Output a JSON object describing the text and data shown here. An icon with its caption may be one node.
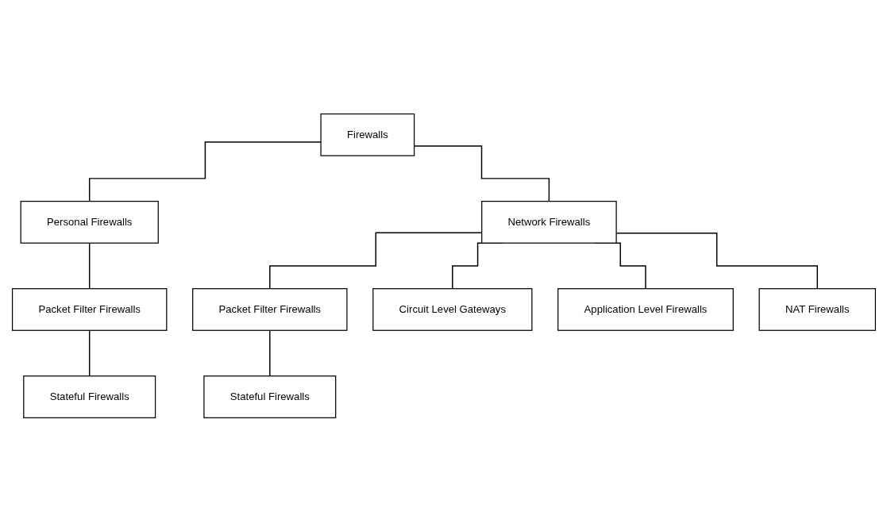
{
  "diagram": {
    "nodes": [
      {
        "text": [
          "Firewalls"
        ]
      },
      {
        "text": [
          "Personal Firewalls"
        ]
      },
      {
        "text": [
          "Network Firewalls"
        ]
      },
      {
        "text": [
          "Packet Filter Firewalls"
        ]
      },
      {
        "text": [
          "Stateful Firewalls"
        ]
      },
      {
        "text": [
          "Packet Filter Firewalls"
        ]
      },
      {
        "text": [
          "Circuit Level Gateways"
        ]
      },
      {
        "text": [
          "Application Level Firewalls"
        ]
      },
      {
        "text": [
          "NAT Firewalls"
        ]
      },
      {
        "text": [
          "Stateful Firewalls"
        ]
      }
    ],
    "edges": [
      {
        "from": 0,
        "to": 1,
        "arrow": "none"
      },
      {
        "from": 0,
        "to": 2,
        "arrow": "none"
      },
      {
        "from": 1,
        "to": 3,
        "arrow": "none"
      },
      {
        "from": 3,
        "to": 4,
        "arrow": "none"
      },
      {
        "from": 2,
        "to": 5,
        "arrow": "none"
      },
      {
        "from": 2,
        "to": 6,
        "arrow": "none"
      },
      {
        "from": 2,
        "to": 7,
        "arrow": "none"
      },
      {
        "from": 2,
        "to": 8,
        "arrow": "none"
      },
      {
        "from": 5,
        "to": 9,
        "arrow": "none"
      }
    ]
  }
}
